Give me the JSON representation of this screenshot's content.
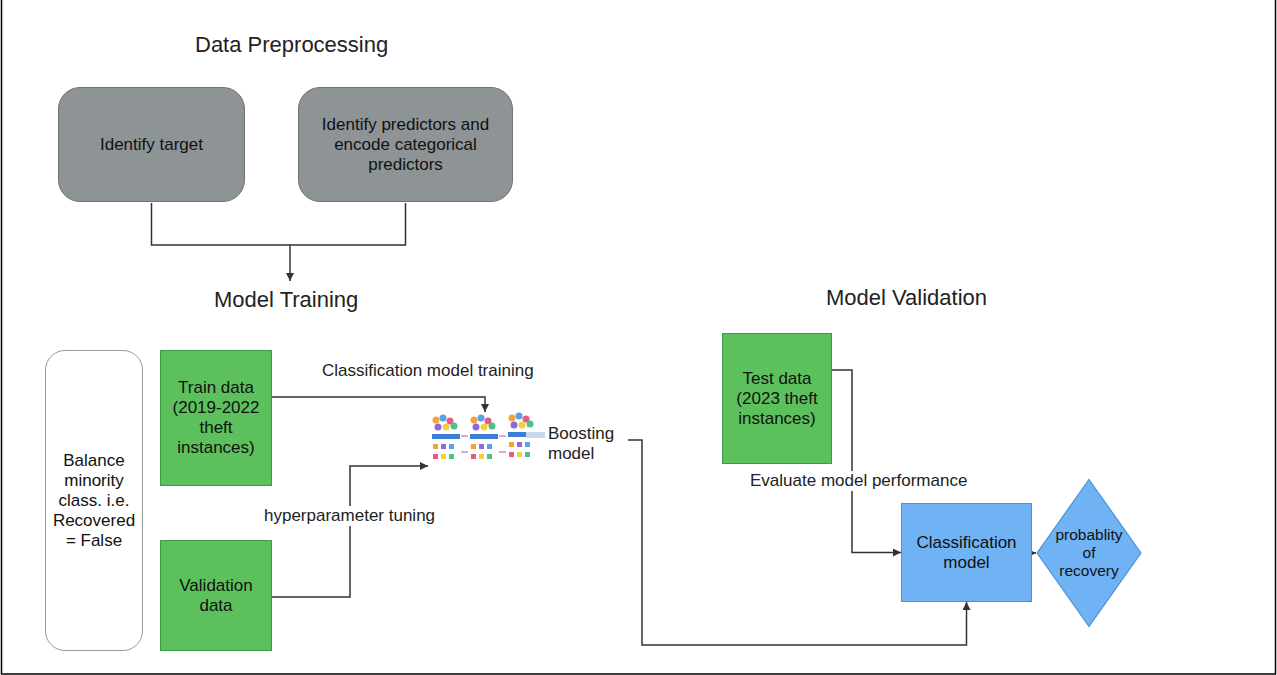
{
  "diagram": {
    "nodes": [
      {
        "text": [
          "Identify target"
        ]
      },
      {
        "text": [
          "Identify predictors and encode categorical predictors"
        ]
      },
      {
        "text": [
          "Balance minority class. i.e. Recovered = False"
        ]
      },
      {
        "text": [
          "Train data (2019-2022 theft instances)"
        ]
      },
      {
        "text": [
          "Validation data"
        ]
      },
      {
        "text": [
          "Boosting model"
        ]
      },
      {
        "text": [
          "Test data (2023 theft instances)"
        ]
      },
      {
        "text": [
          "Classification model"
        ]
      },
      {
        "text": [
          "probablity of recovery"
        ]
      }
    ],
    "edges": [
      {
        "from": 3,
        "to": 5,
        "label": "Classification model training",
        "arrow": "to"
      },
      {
        "from": 4,
        "to": 5,
        "label": "hyperparameter tuning",
        "arrow": "to"
      },
      {
        "from": 5,
        "to": 7,
        "arrow": "to"
      },
      {
        "from": 6,
        "to": 7,
        "label": "Evaluate model performance",
        "arrow": "to"
      },
      {
        "from": 7,
        "to": 8,
        "arrow": "to"
      }
    ],
    "labels": [
      "Data Preprocessing",
      "Model Training",
      "Model Validation"
    ]
  }
}
